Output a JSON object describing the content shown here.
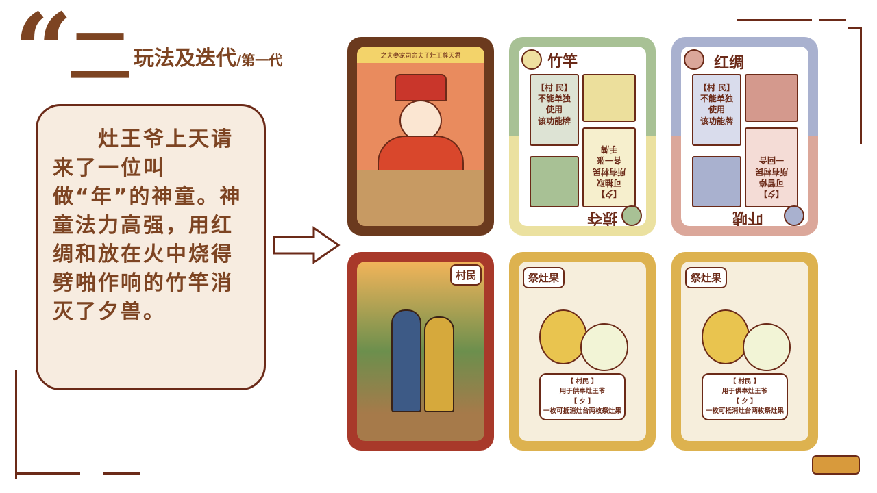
{
  "header": {
    "quote_mark": "“",
    "section_number": "二",
    "title": "玩法及迭代",
    "subtitle": "/第一代"
  },
  "story": {
    "text": "　　灶王爷上天请来了一位叫做“年”的神童。神童法力高强，用红绸和放在火中烧得劈啪作响的竹竿消灭了夕兽。"
  },
  "colors": {
    "brown": "#6b2a18",
    "title_brown": "#7d4422",
    "story_bg": "#f7ece0",
    "gold": "#ddb24f"
  },
  "cards": {
    "god": {
      "banner": "之夫妻家司命夫子灶王尊天君"
    },
    "bamboo": {
      "title": "竹竿",
      "villager_text": "【村 民】\n不能单独\n使用\n该功能牌",
      "evil_text": "【夕】\n可抽取\n所有村民\n各一张\n手牌",
      "evil_title": "掠夺"
    },
    "silk": {
      "title": "红绸",
      "villager_text": "【村 民】\n不能单独\n使用\n该功能牌",
      "evil_text": "【夕】\n可暂停\n所有村民\n一回合",
      "evil_title": "吓唬"
    },
    "villager": {
      "tag": "村民"
    },
    "fruit1": {
      "tag": "祭灶果",
      "line1": "【 村民 】",
      "line2": "用于供奉灶王爷",
      "line3": "【 夕 】",
      "line4": "一枚可抵消灶台两枚祭灶果"
    },
    "fruit2": {
      "tag": "祭灶果",
      "line1": "【 村民 】",
      "line2": "用于供奉灶王爷",
      "line3": "【 夕 】",
      "line4": "一枚可抵消灶台两枚祭灶果"
    }
  }
}
